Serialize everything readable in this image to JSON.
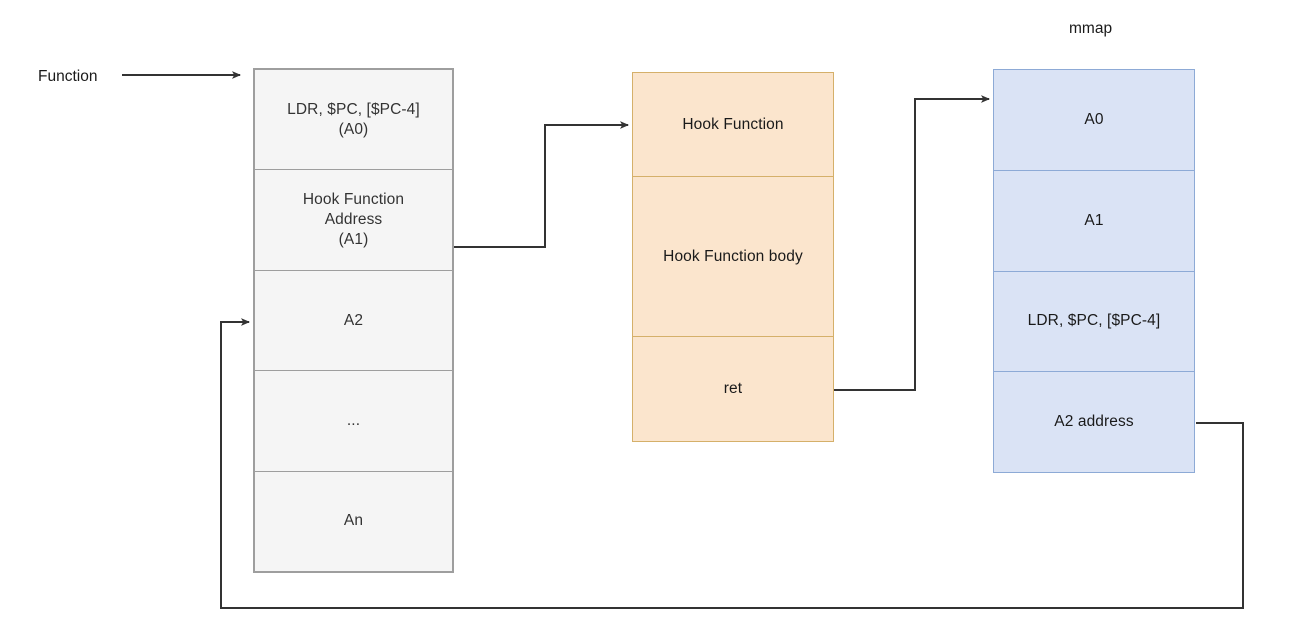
{
  "diagram": {
    "title_labels": {
      "function": "Function",
      "mmap": "mmap"
    },
    "colors": {
      "gray_fill": "#f5f5f5",
      "gray_stroke": "#9e9e9e",
      "orange_fill": "#fbe5cd",
      "orange_stroke": "#d5b06a",
      "blue_fill": "#dae3f5",
      "blue_stroke": "#8daad6",
      "arrow_stroke": "#333333",
      "text": "#1a1a1a"
    },
    "columns": {
      "function_column": {
        "name": "Function",
        "cells": [
          {
            "text": "LDR, $PC, [$PC-4]\n(A0)"
          },
          {
            "text": "Hook Function\nAddress\n(A1)"
          },
          {
            "text": "A2"
          },
          {
            "text": "..."
          },
          {
            "text": "An"
          }
        ]
      },
      "hook_column": {
        "name": "Hook Function",
        "cells": [
          {
            "text": "Hook Function"
          },
          {
            "text": "Hook Function body"
          },
          {
            "text": "ret"
          }
        ]
      },
      "mmap_column": {
        "name": "mmap",
        "cells": [
          {
            "text": "A0"
          },
          {
            "text": "A1"
          },
          {
            "text": "LDR, $PC, [$PC-4]"
          },
          {
            "text": "A2 address"
          }
        ]
      }
    },
    "connectors": [
      {
        "id": "entry-arrow",
        "from": "Function label",
        "to": "Function column top cell"
      },
      {
        "id": "hook-address-arrow",
        "from": "Hook Function Address (A1)",
        "to": "Hook Function"
      },
      {
        "id": "ret-arrow",
        "from": "ret",
        "to": "mmap A0"
      },
      {
        "id": "a2-return-arrow",
        "from": "A2 address",
        "to": "A2"
      }
    ]
  }
}
